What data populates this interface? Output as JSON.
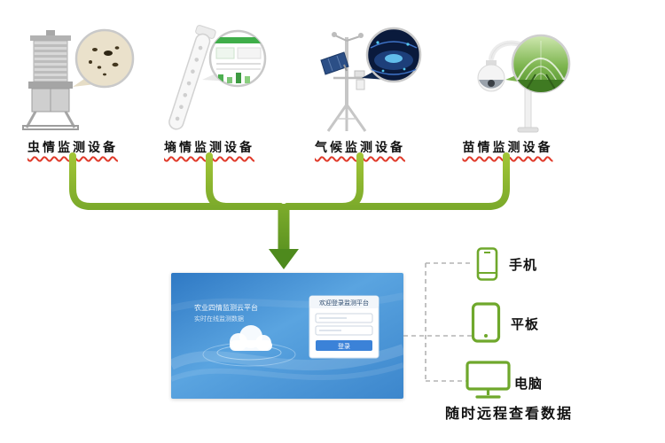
{
  "devices": [
    {
      "label": "虫情监测设备"
    },
    {
      "label": "墒情监测设备"
    },
    {
      "label": "气候监测设备"
    },
    {
      "label": "苗情监测设备"
    }
  ],
  "platform": {
    "tagline_line1": "农业四情监测云平台",
    "tagline_line2": "实时在线监测数据",
    "login_title": "欢迎登录监测平台",
    "login_button": "登录"
  },
  "terminals": [
    {
      "label": "手机"
    },
    {
      "label": "平板"
    },
    {
      "label": "电脑"
    }
  ],
  "caption": "随时远程查看数据",
  "colors": {
    "line_green": "#8db52e",
    "line_green_dark": "#4e8a1d",
    "label_underline_red": "#e03a2a",
    "platform_blue": "#3f86cc"
  }
}
